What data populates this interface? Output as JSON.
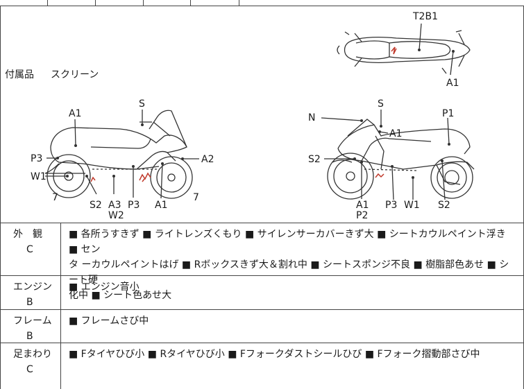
{
  "accessories": {
    "label": "付属品",
    "value": "スクリーン"
  },
  "diagram_labels": {
    "top": {
      "t2b1": "T2B1",
      "a1": "A1"
    },
    "left": {
      "s": "S",
      "a1_top": "A1",
      "p3_left": "P3",
      "w1": "W1",
      "a2": "A2",
      "seven_left": "7",
      "s2": "S2",
      "a3": "A3",
      "w2": "W2",
      "p3_mid": "P3",
      "a1_bottom": "A1",
      "seven_right": "7"
    },
    "right": {
      "n": "N",
      "s": "S",
      "p1": "P1",
      "a1_mid": "A1",
      "s2_left": "S2",
      "a1_bottom": "A1",
      "p2": "P2",
      "p3": "P3",
      "w1": "W1",
      "s2_right": "S2"
    }
  },
  "sections": [
    {
      "category": "外　観",
      "grade": "C",
      "line1": "■ 各所うすきず ■ ライトレンズくもり ■ サイレンサーカバーきず大 ■ シートカウルペイント浮き ■ セン",
      "line2": "タ ーカウルペイントはげ ■ Rボックスきず大＆割れ中 ■ シートスポンジ不良 ■ 樹脂部色あせ ■ シート硬",
      "line3": "化中 ■ シート色あせ大"
    },
    {
      "category": "エンジン",
      "grade": "B",
      "line1": "■ エンジン音小"
    },
    {
      "category": "フレーム",
      "grade": "B",
      "line1": "■ フレームさび中"
    },
    {
      "category": "足まわり",
      "grade": "C",
      "line1": "■ Fタイヤひび小 ■ Rタイヤひび小 ■ Fフォークダストシールひび ■ Fフォーク摺動部さび中"
    }
  ]
}
